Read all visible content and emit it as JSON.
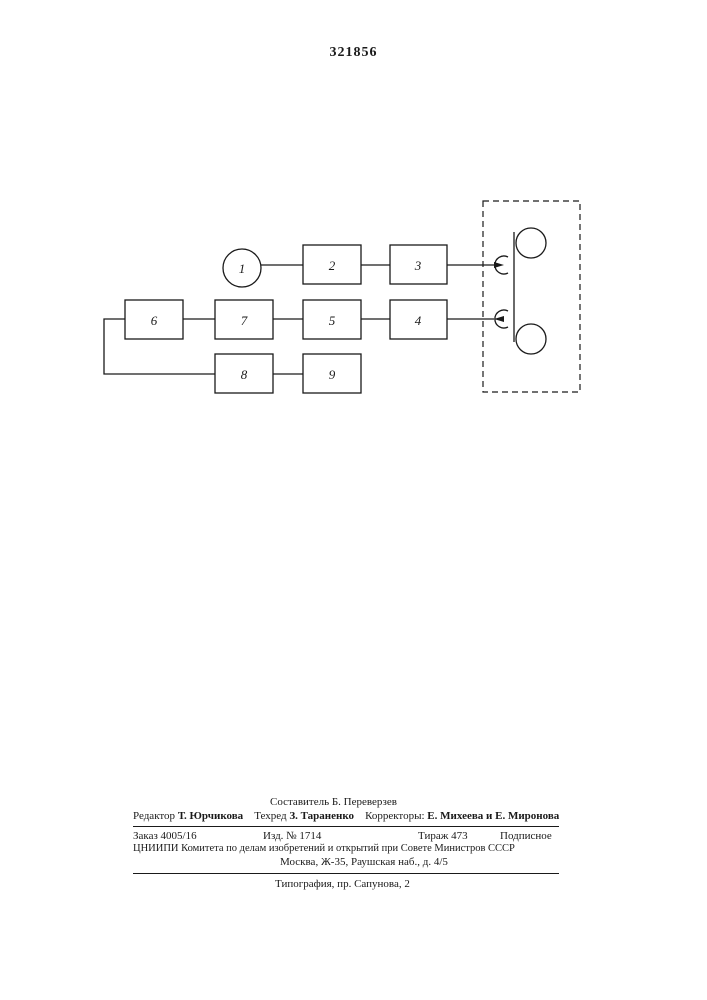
{
  "patent_number": "321856",
  "diagram": {
    "block_labels": [
      "1",
      "2",
      "3",
      "4",
      "5",
      "6",
      "7",
      "8",
      "9"
    ]
  },
  "footer": {
    "compiler": "Составитель Б. Переверзев",
    "editor_label": "Редактор",
    "editor_name": "Т. Юрчикова",
    "techred_label": "Техред",
    "techred_name": "З. Тараненко",
    "correctors_label": "Корректоры:",
    "correctors_names": "Е. Михеева и Е. Миронова",
    "order": "Заказ 4005/16",
    "issue": "Изд. № 1714",
    "circulation": "Тираж 473",
    "subscription": "Подписное",
    "org_line": "ЦНИИПИ Комитета по делам изобретений и открытий при Совете Министров СССР",
    "address_line": "Москва, Ж-35, Раушская наб., д. 4/5",
    "printer": "Типография, пр. Сапунова, 2"
  }
}
